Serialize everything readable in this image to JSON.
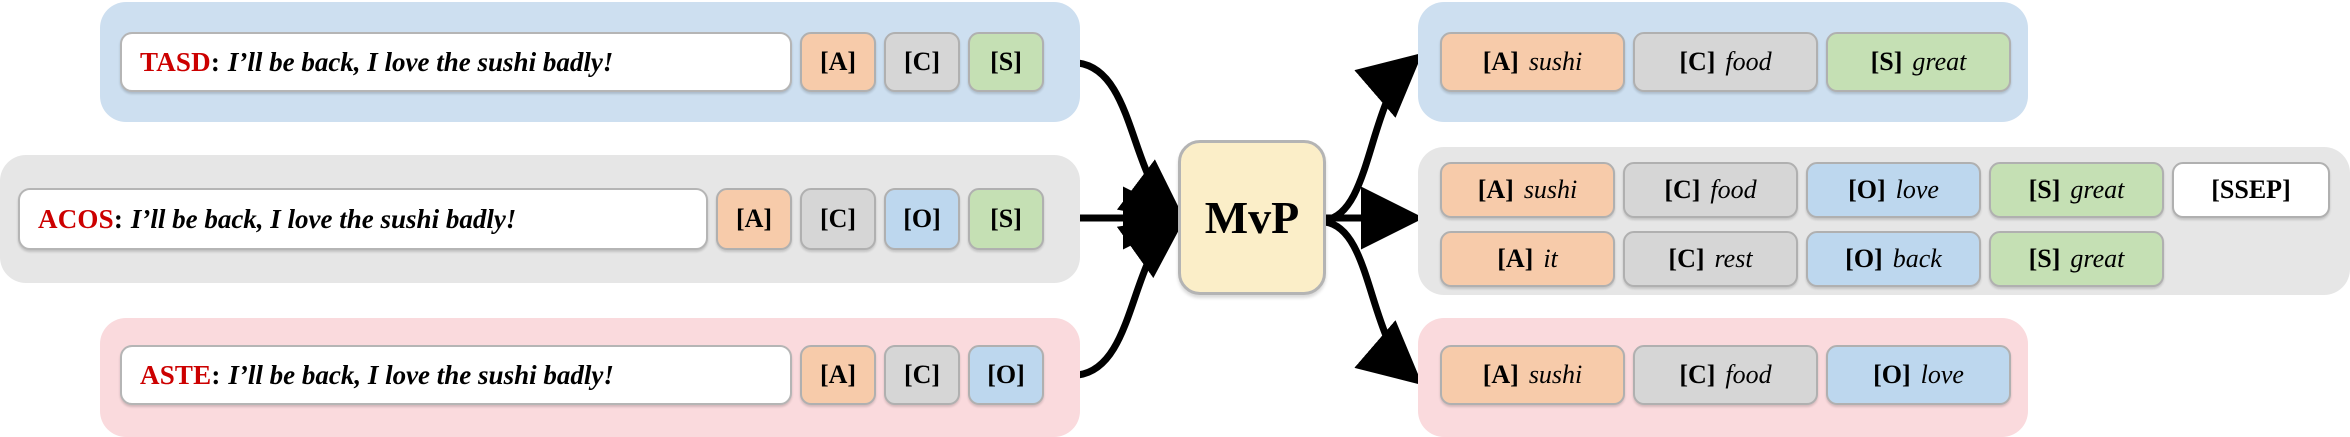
{
  "model": {
    "name": "MvP"
  },
  "sentence": "I’ll be back, I love the sushi badly!",
  "colon": ":",
  "colors": {
    "aspect": "#f7cbaa",
    "category": "#d6d6d6",
    "opinion": "#bdd7ee",
    "sentiment": "#c5e0b4",
    "sep": "#ffffff",
    "panel_blue": "#cddff0",
    "panel_gray": "#e6e6e6",
    "panel_pink": "#fadadd",
    "mvp_box": "#fbeec8",
    "task_label": "#cc0000"
  },
  "inputs": [
    {
      "task": "TASD",
      "sentence": "I’ll be back, I love the sushi badly!",
      "tags": [
        {
          "label": "[A]",
          "kind": "aspect"
        },
        {
          "label": "[C]",
          "kind": "category"
        },
        {
          "label": "[S]",
          "kind": "sentiment"
        }
      ]
    },
    {
      "task": "ACOS",
      "sentence": "I’ll be back, I love the sushi badly!",
      "tags": [
        {
          "label": "[A]",
          "kind": "aspect"
        },
        {
          "label": "[C]",
          "kind": "category"
        },
        {
          "label": "[O]",
          "kind": "opinion"
        },
        {
          "label": "[S]",
          "kind": "sentiment"
        }
      ]
    },
    {
      "task": "ASTE",
      "sentence": "I’ll be back, I love the sushi badly!",
      "tags": [
        {
          "label": "[A]",
          "kind": "aspect"
        },
        {
          "label": "[C]",
          "kind": "category"
        },
        {
          "label": "[O]",
          "kind": "opinion"
        }
      ]
    }
  ],
  "outputs": [
    {
      "panel": "blue",
      "rows": [
        {
          "items": [
            {
              "label": "[A]",
              "value": "sushi",
              "kind": "aspect"
            },
            {
              "label": "[C]",
              "value": "food",
              "kind": "category"
            },
            {
              "label": "[S]",
              "value": "great",
              "kind": "sentiment"
            }
          ]
        }
      ]
    },
    {
      "panel": "gray",
      "rows": [
        {
          "items": [
            {
              "label": "[A]",
              "value": "sushi",
              "kind": "aspect"
            },
            {
              "label": "[C]",
              "value": "food",
              "kind": "category"
            },
            {
              "label": "[O]",
              "value": "love",
              "kind": "opinion"
            },
            {
              "label": "[S]",
              "value": "great",
              "kind": "sentiment"
            },
            {
              "label": "[SSEP]",
              "value": "",
              "kind": "sep"
            }
          ]
        },
        {
          "items": [
            {
              "label": "[A]",
              "value": "it",
              "kind": "aspect"
            },
            {
              "label": "[C]",
              "value": "rest",
              "kind": "category"
            },
            {
              "label": "[O]",
              "value": "back",
              "kind": "opinion"
            },
            {
              "label": "[S]",
              "value": "great",
              "kind": "sentiment"
            }
          ]
        }
      ]
    },
    {
      "panel": "pink",
      "rows": [
        {
          "items": [
            {
              "label": "[A]",
              "value": "sushi",
              "kind": "aspect"
            },
            {
              "label": "[C]",
              "value": "food",
              "kind": "category"
            },
            {
              "label": "[O]",
              "value": "love",
              "kind": "opinion"
            }
          ]
        }
      ]
    }
  ]
}
